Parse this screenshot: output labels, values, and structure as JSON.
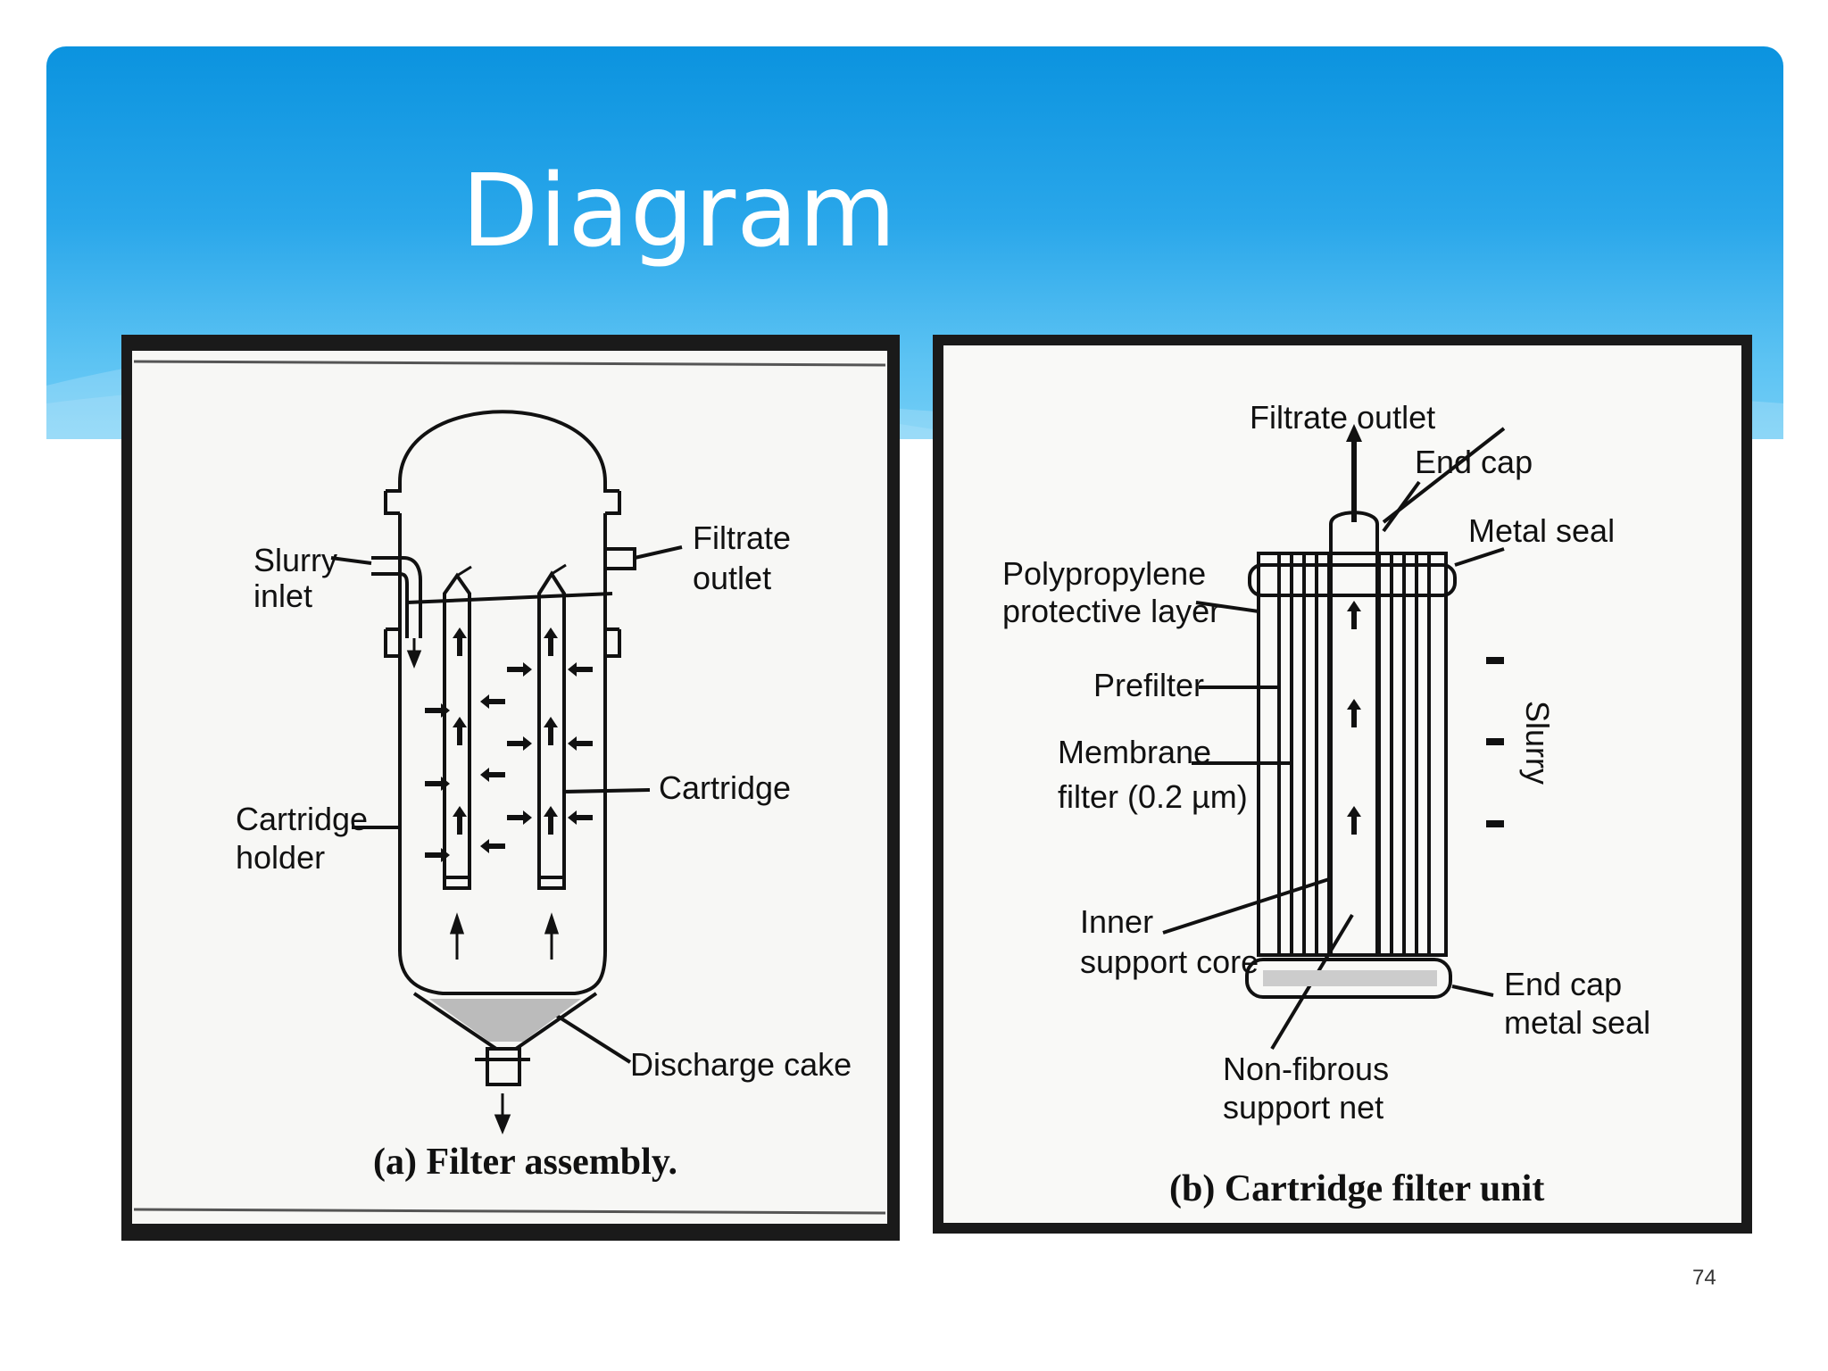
{
  "slide": {
    "title": "Diagram",
    "page_number": "74"
  },
  "colors": {
    "header_top": "#0b93df",
    "header_bottom": "#74cef6",
    "panel_frame": "#1a1a1a"
  },
  "figure_a": {
    "caption": "(a) Filter assembly.",
    "labels": {
      "slurry_1": "Slurry",
      "slurry_2": "inlet",
      "filtrate_1": "Filtrate",
      "filtrate_2": "outlet",
      "cartridge": "Cartridge",
      "holder_1": "Cartridge",
      "holder_2": "holder",
      "discharge": "Discharge cake"
    }
  },
  "figure_b": {
    "caption": "(b) Cartridge filter unit",
    "labels": {
      "filtrate_outlet": "Filtrate outlet",
      "end_cap": "End cap",
      "metal_seal": "Metal seal",
      "poly_1": "Polypropylene",
      "poly_2": "protective layer",
      "prefilter": "Prefilter",
      "membrane_1": "Membrane",
      "membrane_2": "filter (0.2 µm)",
      "inner_1": "Inner",
      "inner_2": "support core",
      "slurry": "Slurry",
      "endcap_seal_1": "End cap",
      "endcap_seal_2": "metal seal",
      "net_1": "Non-fibrous",
      "net_2": "support net"
    }
  }
}
